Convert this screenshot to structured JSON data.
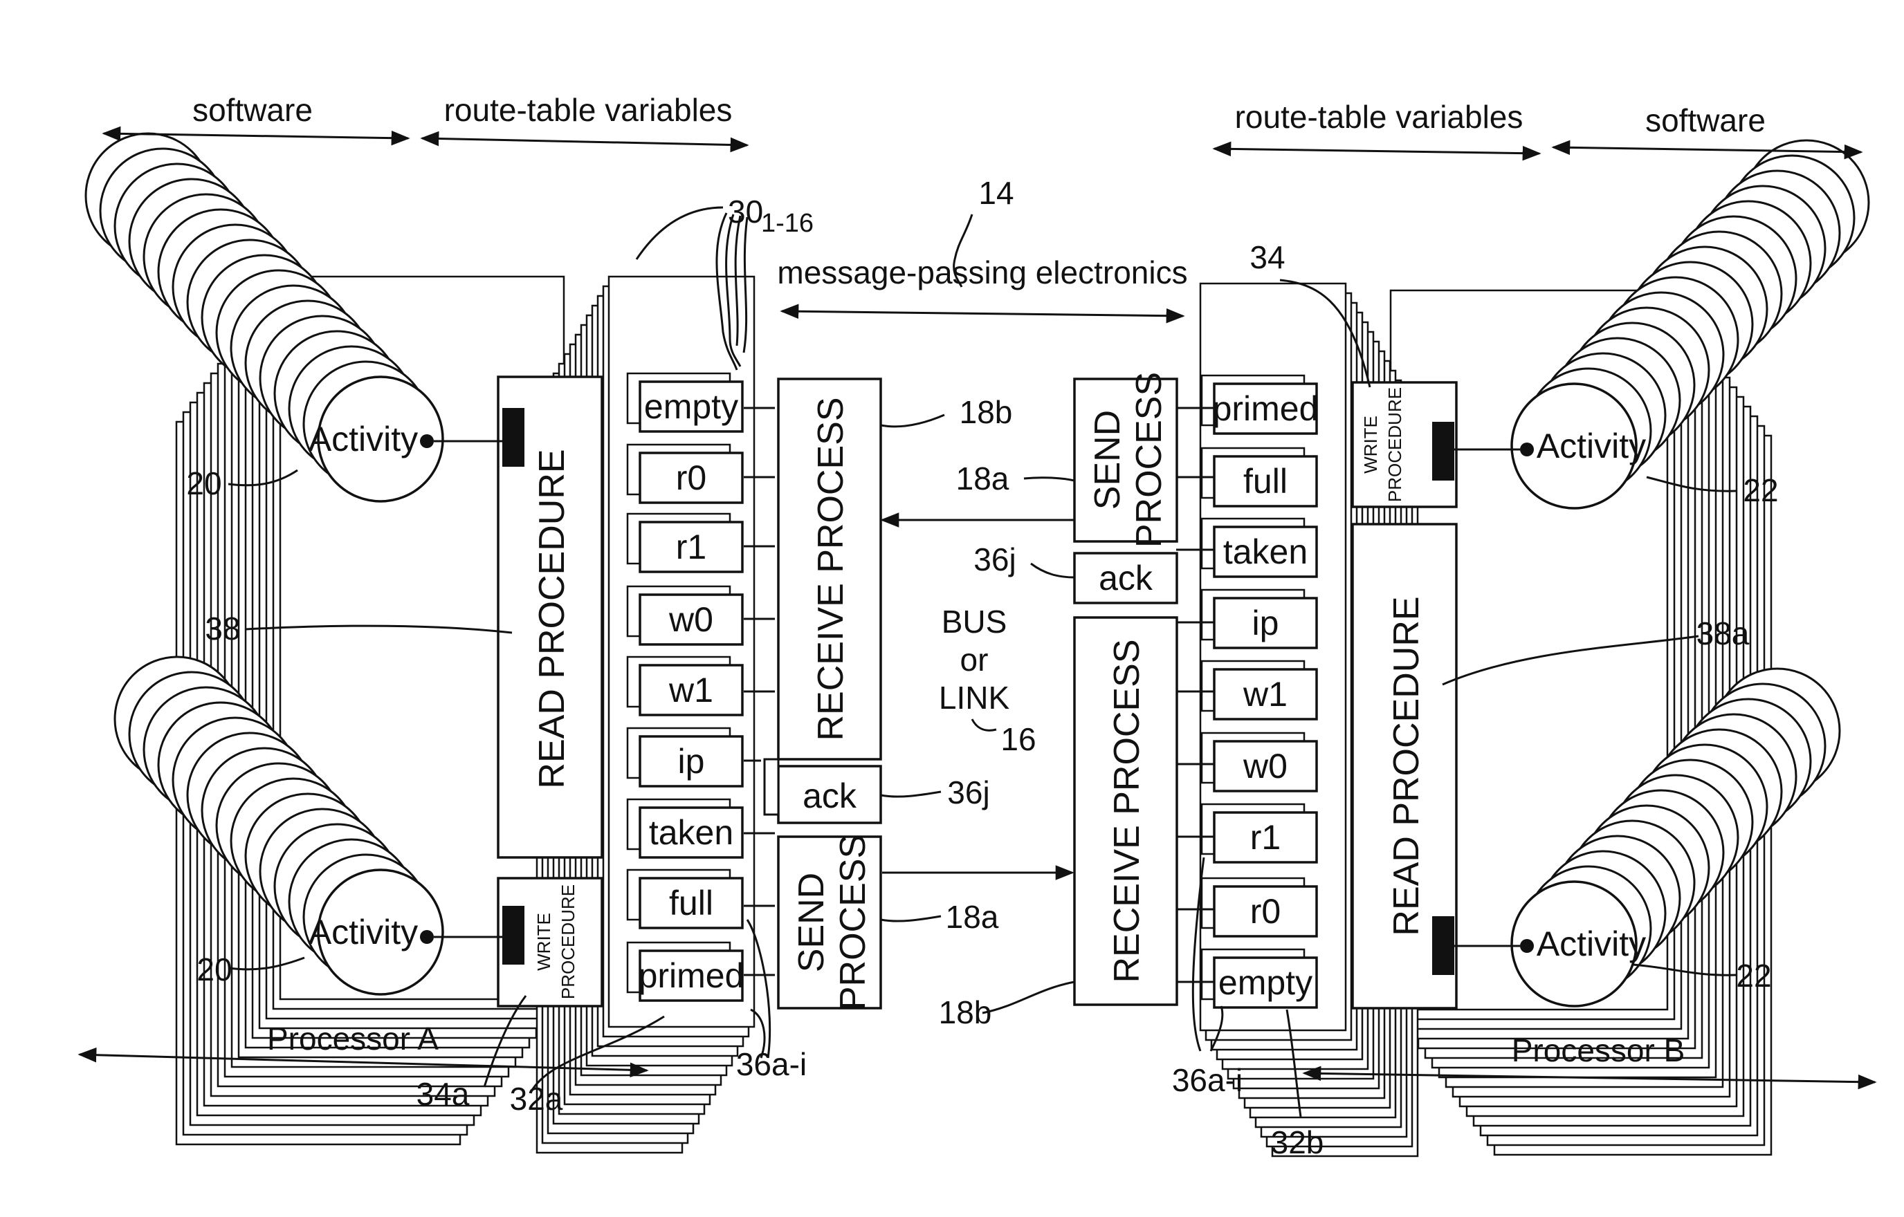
{
  "header": {
    "software_left": "software",
    "route_left": "route-table variables",
    "route_right": "route-table variables",
    "software_right": "software",
    "electronics_ref": "14",
    "electronics": "message-passing electronics",
    "vars_ref_main": "30",
    "vars_ref_sub": "1-16"
  },
  "left": {
    "activity_top": "Activity",
    "activity_bottom": "Activity",
    "ref_20_top": "20",
    "ref_20_bottom": "20",
    "ref_38": "38",
    "read_procedure": "READ PROCEDURE",
    "write_procedure_line1": "WRITE",
    "write_procedure_line2": "PROCEDURE",
    "variables": [
      "empty",
      "r0",
      "r1",
      "w0",
      "w1",
      "ip",
      "taken",
      "full",
      "primed"
    ],
    "receive_process": "RECEIVE PROCESS",
    "send_process_line1": "SEND",
    "send_process_line2": "PROCESS",
    "ack": "ack",
    "ref_18b": "18b",
    "ref_36j": "36j",
    "ref_18a": "18a",
    "ref_36ai": "36a-i",
    "ref_34a": "34a",
    "ref_32a": "32a",
    "processor": "Processor A"
  },
  "bus": {
    "line1": "BUS",
    "line2": "or",
    "line3": "LINK",
    "ref": "16"
  },
  "right": {
    "activity_top": "Activity",
    "activity_bottom": "Activity",
    "ref_22_top": "22",
    "ref_22_bottom": "22",
    "ref_34": "34",
    "ref_38a": "38a",
    "read_procedure": "READ PROCEDURE",
    "write_procedure_line1": "WRITE",
    "write_procedure_line2": "PROCEDURE",
    "variables": [
      "primed",
      "full",
      "taken",
      "ip",
      "w1",
      "w0",
      "r1",
      "r0",
      "empty"
    ],
    "send_process_line1": "SEND",
    "send_process_line2": "PROCESS",
    "receive_process": "RECEIVE PROCESS",
    "ack": "ack",
    "ref_18a": "18a",
    "ref_36j": "36j",
    "ref_18b": "18b",
    "ref_36ai": "36a-i",
    "ref_32b": "32b",
    "processor": "Processor B"
  }
}
